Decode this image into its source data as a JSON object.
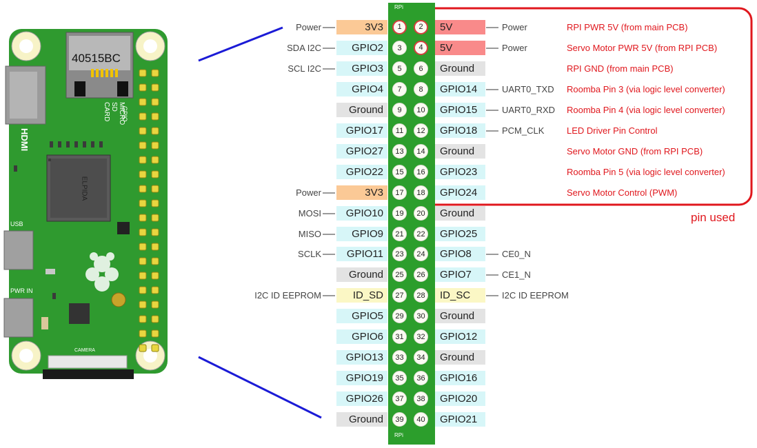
{
  "board": {
    "chip_label": "40515BC",
    "sd_label": "MICRO SD CARD",
    "gpio_label": "GPIO",
    "hdmi_label": "HDMI",
    "usb_label": "USB",
    "pwr_in_label": "PWR IN",
    "camera_label": "CAMERA",
    "ram_label": "ELPIDA"
  },
  "header": {
    "top_label": "RPi",
    "bottom_label": "RPi"
  },
  "pins": [
    {
      "num": "1",
      "label": "3V3",
      "func": "Power",
      "color": "#fbc996",
      "used": true
    },
    {
      "num": "2",
      "label": "5V",
      "func": "Power",
      "color": "#f98a8a",
      "used": true,
      "note": "RPI PWR 5V (from main PCB)"
    },
    {
      "num": "3",
      "label": "GPIO2",
      "func": "SDA I2C",
      "color": "#d7f6f8",
      "used": false
    },
    {
      "num": "4",
      "label": "5V",
      "func": "Power",
      "color": "#f98a8a",
      "used": true,
      "note": "Servo Motor PWR 5V (from RPI PCB)"
    },
    {
      "num": "5",
      "label": "GPIO3",
      "func": "SCL I2C",
      "color": "#d7f6f8",
      "used": false
    },
    {
      "num": "6",
      "label": "Ground",
      "func": "",
      "color": "#e3e3e3",
      "used": false,
      "note": "RPI GND (from main PCB)"
    },
    {
      "num": "7",
      "label": "GPIO4",
      "func": "",
      "color": "#d7f6f8",
      "used": false
    },
    {
      "num": "8",
      "label": "GPIO14",
      "func": "UART0_TXD",
      "color": "#d7f6f8",
      "used": false,
      "note": "Roomba Pin 3 (via logic level converter)"
    },
    {
      "num": "9",
      "label": "Ground",
      "func": "",
      "color": "#e3e3e3",
      "used": false
    },
    {
      "num": "10",
      "label": "GPIO15",
      "func": "UART0_RXD",
      "color": "#d7f6f8",
      "used": false,
      "note": "Roomba Pin 4 (via logic level converter)"
    },
    {
      "num": "11",
      "label": "GPIO17",
      "func": "",
      "color": "#d7f6f8",
      "used": false
    },
    {
      "num": "12",
      "label": "GPIO18",
      "func": "PCM_CLK",
      "color": "#d7f6f8",
      "used": false,
      "note": "LED Driver Pin Control"
    },
    {
      "num": "13",
      "label": "GPIO27",
      "func": "",
      "color": "#d7f6f8",
      "used": false
    },
    {
      "num": "14",
      "label": "Ground",
      "func": "",
      "color": "#e3e3e3",
      "used": false,
      "note": "Servo Motor GND (from RPI PCB)"
    },
    {
      "num": "15",
      "label": "GPIO22",
      "func": "",
      "color": "#d7f6f8",
      "used": false
    },
    {
      "num": "16",
      "label": "GPIO23",
      "func": "",
      "color": "#d7f6f8",
      "used": false,
      "note": "Roomba Pin 5 (via logic level converter)"
    },
    {
      "num": "17",
      "label": "3V3",
      "func": "Power",
      "color": "#fbc996",
      "used": false
    },
    {
      "num": "18",
      "label": "GPIO24",
      "func": "",
      "color": "#d7f6f8",
      "used": false,
      "note": "Servo Motor Control (PWM)"
    },
    {
      "num": "19",
      "label": "GPIO10",
      "func": "MOSI",
      "color": "#d7f6f8",
      "used": false
    },
    {
      "num": "20",
      "label": "Ground",
      "func": "",
      "color": "#e3e3e3",
      "used": false
    },
    {
      "num": "21",
      "label": "GPIO9",
      "func": "MISO",
      "color": "#d7f6f8",
      "used": false
    },
    {
      "num": "22",
      "label": "GPIO25",
      "func": "",
      "color": "#d7f6f8",
      "used": false
    },
    {
      "num": "23",
      "label": "GPIO11",
      "func": "SCLK",
      "color": "#d7f6f8",
      "used": false
    },
    {
      "num": "24",
      "label": "GPIO8",
      "func": "CE0_N",
      "color": "#d7f6f8",
      "used": false
    },
    {
      "num": "25",
      "label": "Ground",
      "func": "",
      "color": "#e3e3e3",
      "used": false
    },
    {
      "num": "26",
      "label": "GPIO7",
      "func": "CE1_N",
      "color": "#d7f6f8",
      "used": false
    },
    {
      "num": "27",
      "label": "ID_SD",
      "func": "I2C ID EEPROM",
      "color": "#fbf7c5",
      "used": false
    },
    {
      "num": "28",
      "label": "ID_SC",
      "func": "I2C ID EEPROM",
      "color": "#fbf7c5",
      "used": false
    },
    {
      "num": "29",
      "label": "GPIO5",
      "func": "",
      "color": "#d7f6f8",
      "used": false
    },
    {
      "num": "30",
      "label": "Ground",
      "func": "",
      "color": "#e3e3e3",
      "used": false
    },
    {
      "num": "31",
      "label": "GPIO6",
      "func": "",
      "color": "#d7f6f8",
      "used": false
    },
    {
      "num": "32",
      "label": "GPIO12",
      "func": "",
      "color": "#d7f6f8",
      "used": false
    },
    {
      "num": "33",
      "label": "GPIO13",
      "func": "",
      "color": "#d7f6f8",
      "used": false
    },
    {
      "num": "34",
      "label": "Ground",
      "func": "",
      "color": "#e3e3e3",
      "used": false
    },
    {
      "num": "35",
      "label": "GPIO19",
      "func": "",
      "color": "#d7f6f8",
      "used": false
    },
    {
      "num": "36",
      "label": "GPIO16",
      "func": "",
      "color": "#d7f6f8",
      "used": false
    },
    {
      "num": "37",
      "label": "GPIO26",
      "func": "",
      "color": "#d7f6f8",
      "used": false
    },
    {
      "num": "38",
      "label": "GPIO20",
      "func": "",
      "color": "#d7f6f8",
      "used": false
    },
    {
      "num": "39",
      "label": "Ground",
      "func": "",
      "color": "#e3e3e3",
      "used": false
    },
    {
      "num": "40",
      "label": "GPIO21",
      "func": "",
      "color": "#d7f6f8",
      "used": false
    }
  ],
  "pin_used_label": "pin used",
  "colors": {
    "highlight": "#e0171d",
    "header_green": "#2c9e2c",
    "pcb_green": "#2f9a2f",
    "connector_blue": "#1b1bd6"
  }
}
